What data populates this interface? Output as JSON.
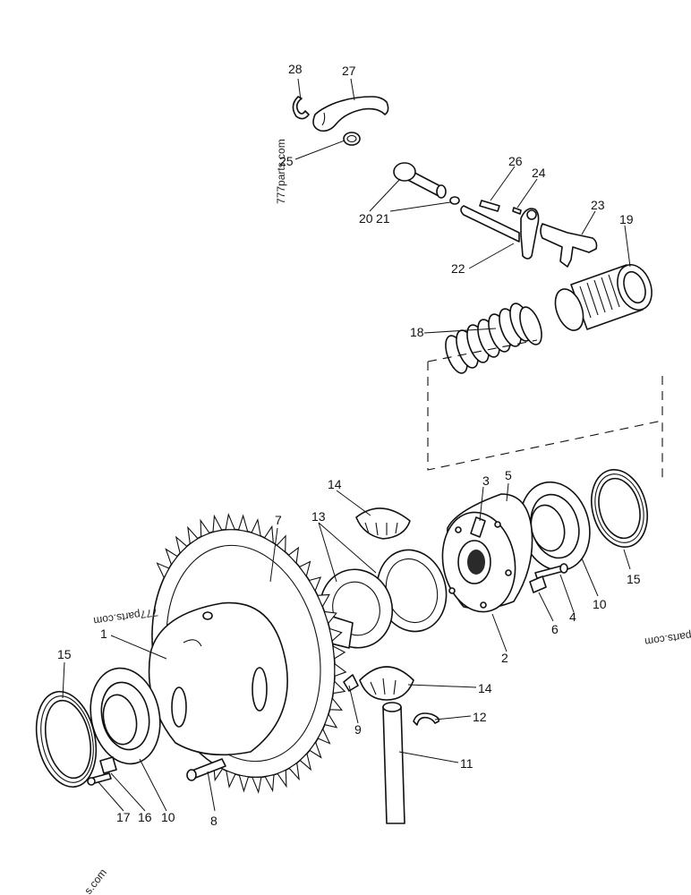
{
  "diagram": {
    "callouts": {
      "c1": "1",
      "c2": "2",
      "c3": "3",
      "c4": "4",
      "c5": "5",
      "c6": "6",
      "c7": "7",
      "c8": "8",
      "c9": "9",
      "c10a": "10",
      "c10b": "10",
      "c11": "11",
      "c12": "12",
      "c13": "13",
      "c14a": "14",
      "c14b": "14",
      "c15a": "15",
      "c15b": "15",
      "c16": "16",
      "c17": "17",
      "c18": "18",
      "c19": "19",
      "c20": "20",
      "c21": "21",
      "c22": "22",
      "c23": "23",
      "c24": "24",
      "c25": "25",
      "c26": "26",
      "c27": "27",
      "c28": "28"
    },
    "watermarks": {
      "wm_top": "777parts.com",
      "wm_left": "777parts.com",
      "wm_right": "parts.com",
      "wm_bottom": "s.com"
    }
  }
}
